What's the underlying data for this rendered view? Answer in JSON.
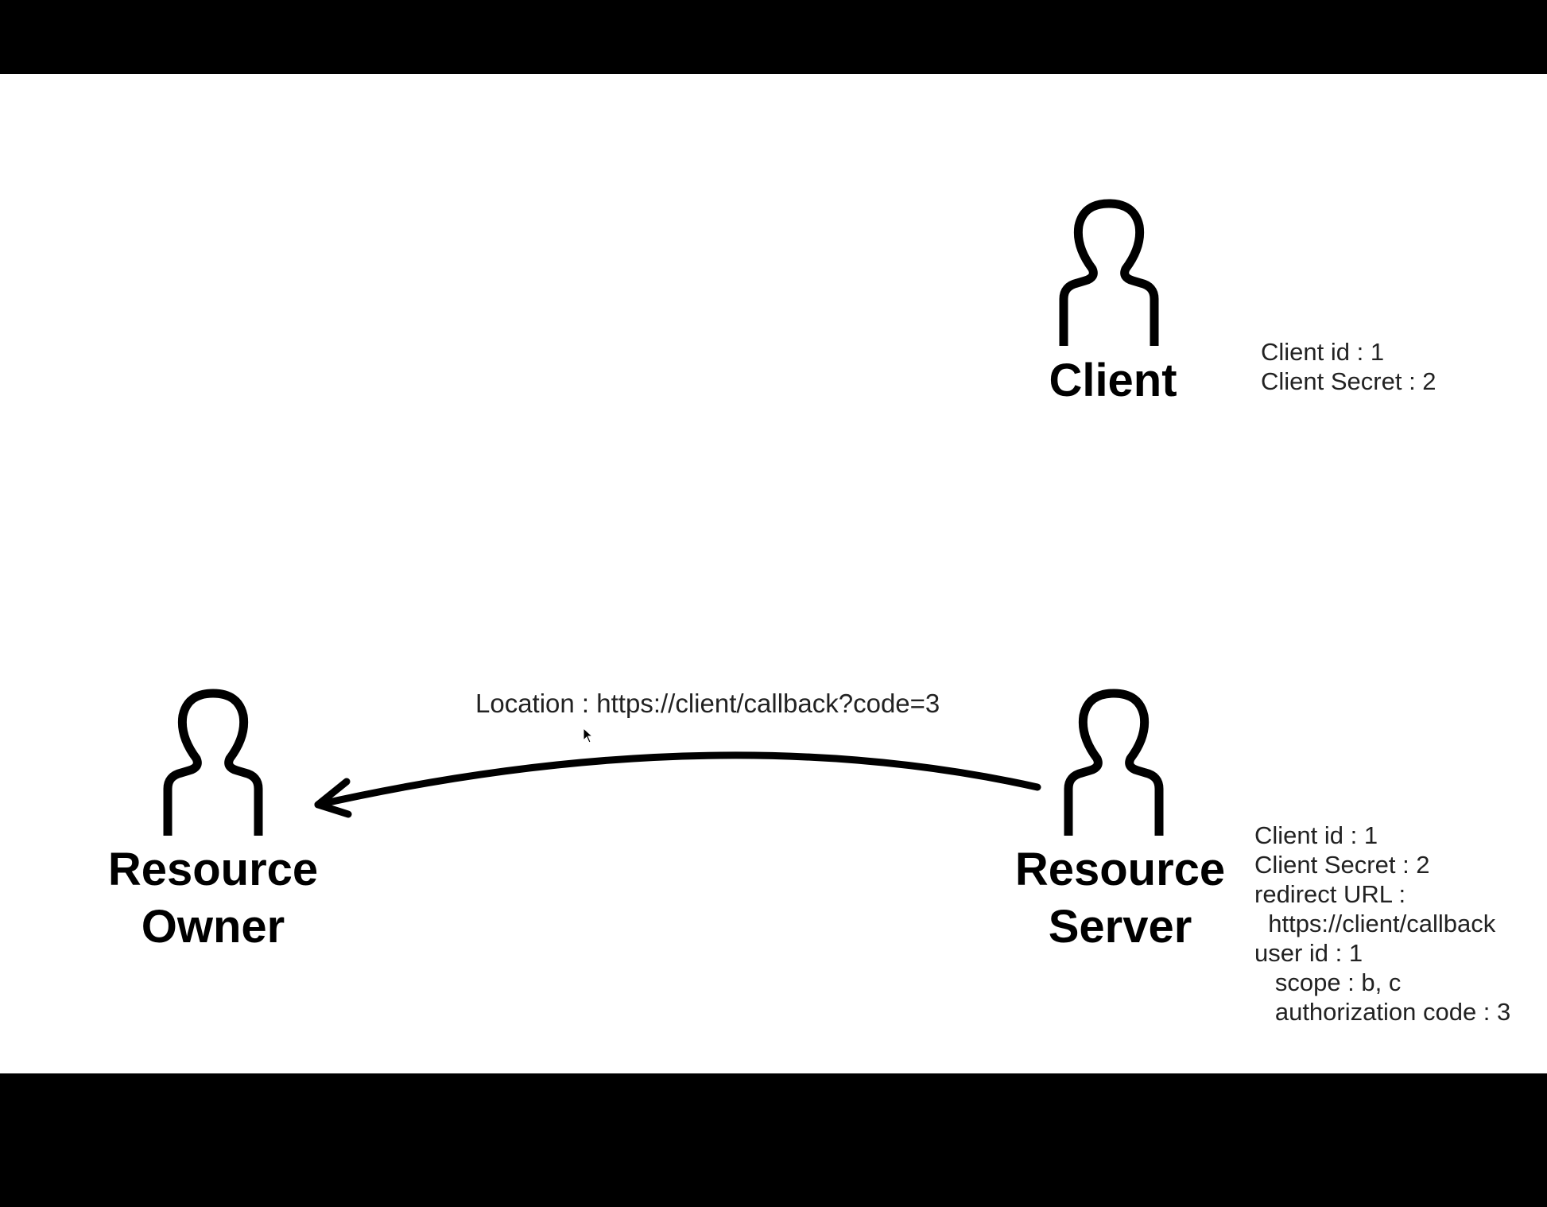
{
  "actors": {
    "client": {
      "label": "Client"
    },
    "resource_owner": {
      "label_line1": "Resource",
      "label_line2": "Owner"
    },
    "resource_server": {
      "label_line1": "Resource",
      "label_line2": "Server"
    }
  },
  "client_info": [
    "Client id : 1",
    "Client Secret : 2"
  ],
  "server_info": [
    "Client id : 1",
    "Client Secret : 2",
    "redirect URL :",
    "  https://client/callback",
    "user id : 1",
    "   scope : b, c",
    "   authorization code : 3"
  ],
  "message": {
    "label": "Location : https://client/callback?code=3",
    "from": "Resource Server",
    "to": "Resource Owner"
  },
  "colors": {
    "ink": "#000000",
    "background": "#ffffff",
    "frame": "#000000"
  }
}
